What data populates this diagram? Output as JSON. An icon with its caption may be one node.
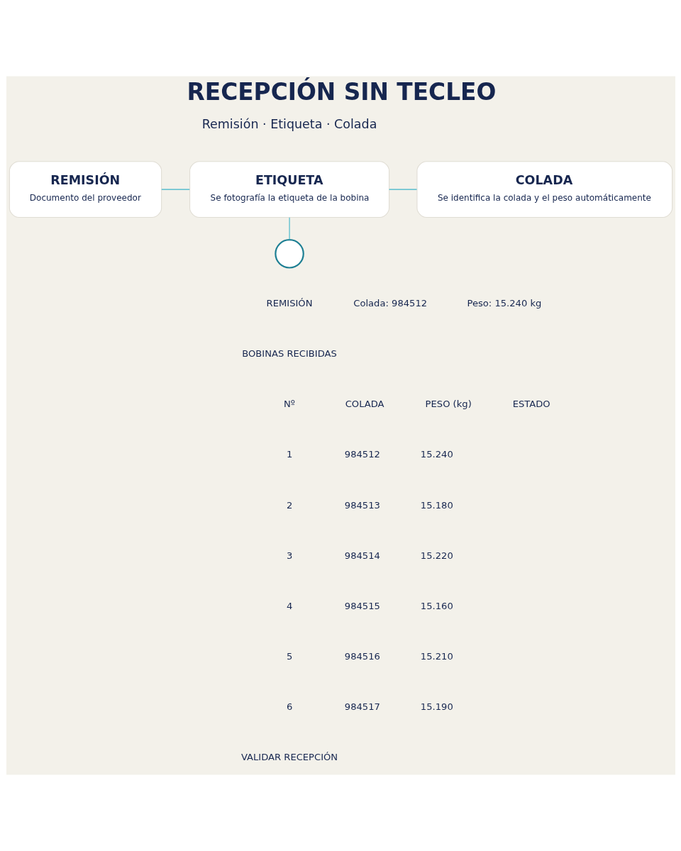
{
  "diagram": {
    "title": "RECEPCIÓN SIN TECLEO",
    "nodes": [
      {
        "text": [
          "REMISIÓN",
          "Documento del proveedor"
        ]
      },
      {
        "text": [
          "ETIQUETA",
          "Se fotografía la etiqueta de la bobina"
        ]
      },
      {
        "text": [
          "COLADA",
          "Se identifica la colada y el peso automáticamente"
        ]
      },
      {
        "text": [],
        "shape": "circle"
      }
    ],
    "edges": [
      {
        "from": 0,
        "to": 1,
        "arrow": "none"
      },
      {
        "from": 1,
        "to": 2,
        "arrow": "none"
      },
      {
        "from": 1,
        "to": 3,
        "arrow": "none"
      }
    ],
    "labels": [
      "Remisión · Etiqueta · Colada",
      "REMISIÓN",
      "Colada: 984512",
      "Peso: 15.240 kg",
      "BOBINAS RECIBIDAS",
      "Nº",
      "COLADA",
      "PESO (kg)",
      "ESTADO",
      "1",
      "984512",
      "15.240",
      "2",
      "984513",
      "15.180",
      "3",
      "984514",
      "15.220",
      "4",
      "984515",
      "15.160",
      "5",
      "984516",
      "15.210",
      "6",
      "984517",
      "15.190",
      "VALIDAR RECEPCIÓN"
    ]
  }
}
